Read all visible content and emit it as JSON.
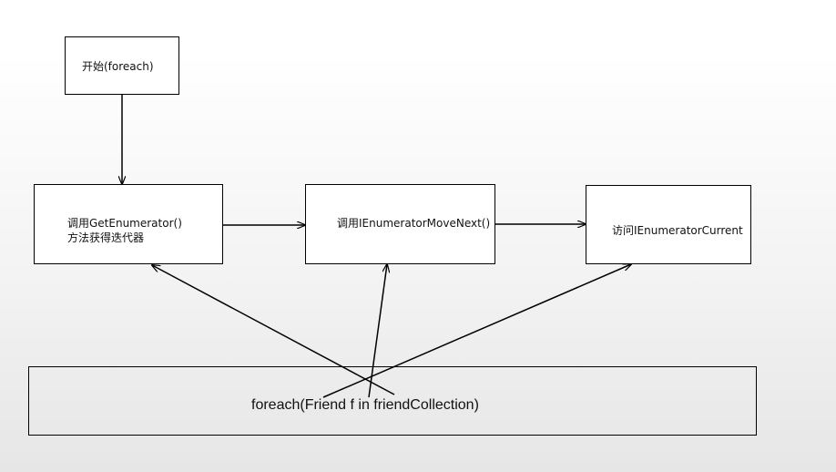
{
  "diagram": {
    "nodes": {
      "start": {
        "label": "开始(foreach)"
      },
      "get_enumerator": {
        "line1": "调用GetEnumerator()",
        "line2": "方法获得迭代器"
      },
      "move_next": {
        "label": "调用IEnumeratorMoveNext()"
      },
      "current": {
        "label": "访问IEnumeratorCurrent"
      },
      "foreach_statement": {
        "label": "foreach(Friend f in friendCollection)"
      }
    },
    "edges": [
      {
        "from": "start",
        "to": "get_enumerator"
      },
      {
        "from": "get_enumerator",
        "to": "move_next"
      },
      {
        "from": "move_next",
        "to": "current"
      },
      {
        "from": "foreach_statement",
        "to": "get_enumerator"
      },
      {
        "from": "foreach_statement",
        "to": "move_next"
      },
      {
        "from": "foreach_statement",
        "to": "current"
      }
    ],
    "colors": {
      "stroke": "#000000",
      "box_fill": "#ffffff"
    }
  }
}
